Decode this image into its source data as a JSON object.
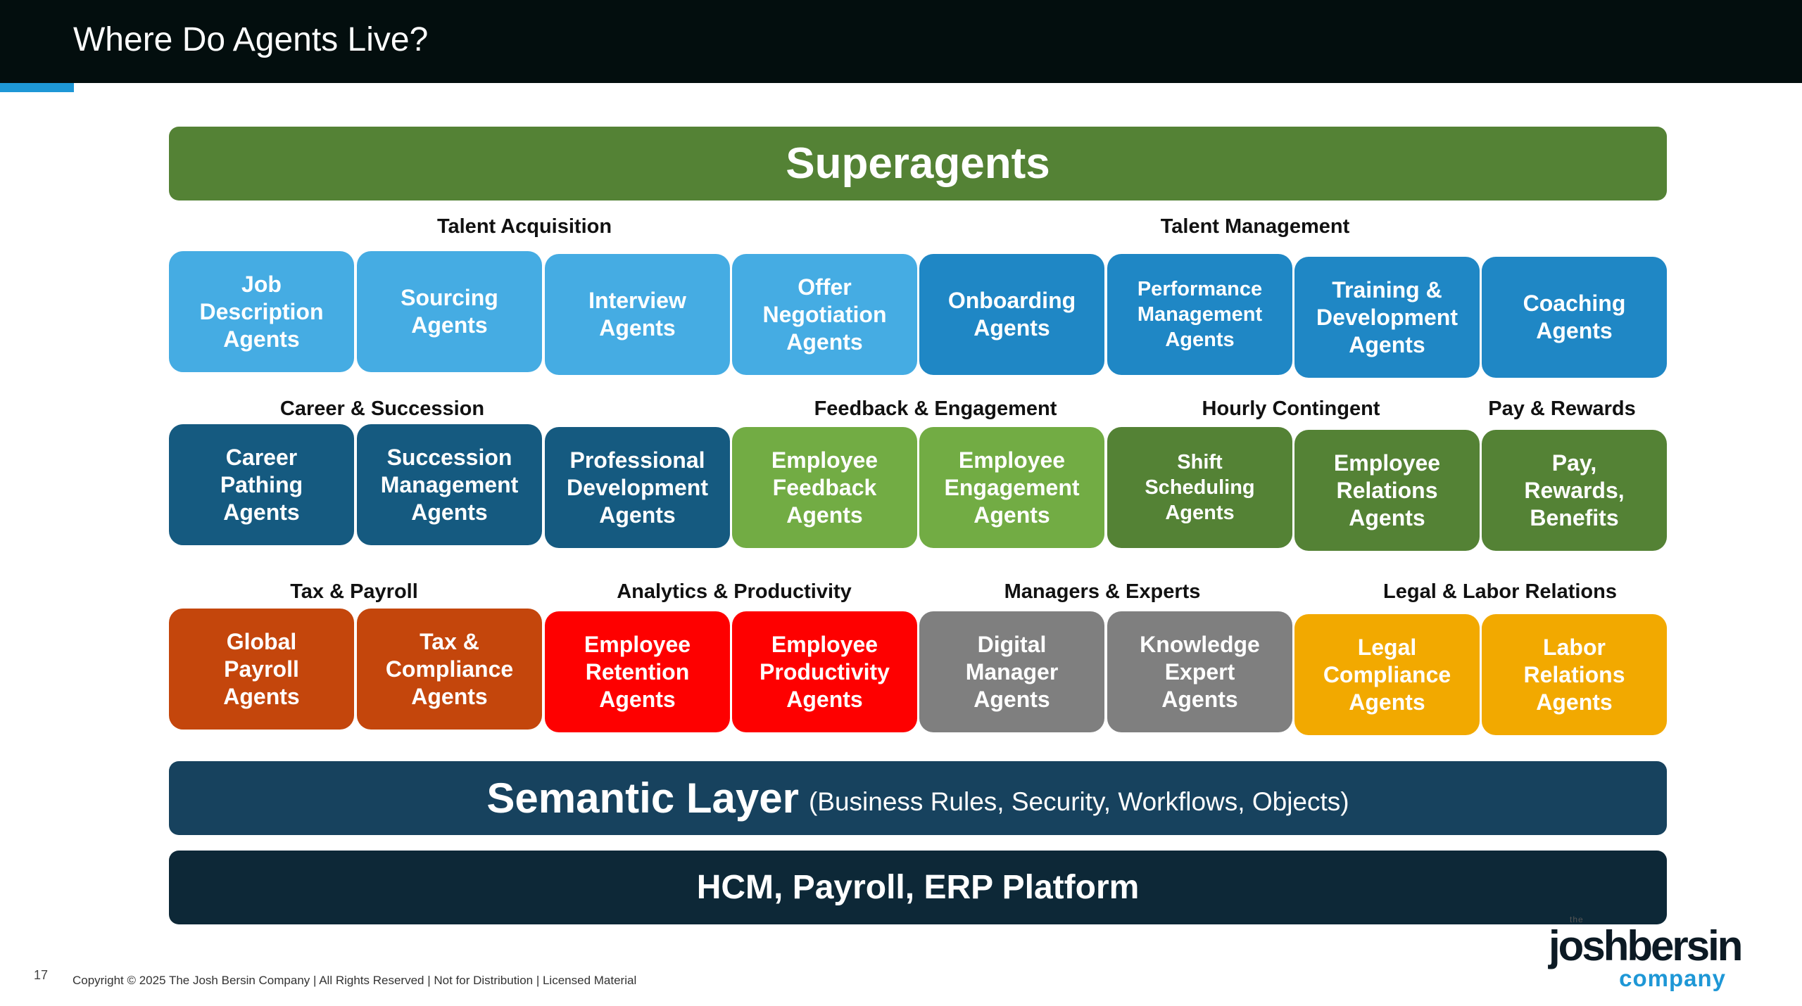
{
  "header": {
    "title": "Where Do Agents Live?"
  },
  "superagents": {
    "label": "Superagents",
    "color": "#548235"
  },
  "groups": {
    "talent_acquisition": "Talent Acquisition",
    "talent_management": "Talent Management",
    "career_succession": "Career & Succession",
    "feedback_engagement": "Feedback & Engagement",
    "hourly_contingent": "Hourly Contingent",
    "pay_rewards": "Pay & Rewards",
    "tax_payroll": "Tax & Payroll",
    "analytics_productivity": "Analytics & Productivity",
    "managers_experts": "Managers & Experts",
    "legal_labor": "Legal & Labor Relations"
  },
  "tiles": [
    {
      "lines": [
        "Job",
        "Description",
        "Agents"
      ],
      "color": "#45ace3"
    },
    {
      "lines": [
        "Sourcing",
        "Agents"
      ],
      "color": "#45ace3"
    },
    {
      "lines": [
        "Interview",
        "Agents"
      ],
      "color": "#45ace3"
    },
    {
      "lines": [
        "Offer",
        "Negotiation",
        "Agents"
      ],
      "color": "#45ace3"
    },
    {
      "lines": [
        "Onboarding",
        "Agents"
      ],
      "color": "#1f87c5"
    },
    {
      "lines": [
        "Performance",
        "Management",
        "Agents"
      ],
      "color": "#1f87c5"
    },
    {
      "lines": [
        "Training &",
        "Development",
        "Agents"
      ],
      "color": "#1f87c5"
    },
    {
      "lines": [
        "Coaching",
        "Agents"
      ],
      "color": "#1f87c5"
    },
    {
      "lines": [
        "Career",
        "Pathing",
        "Agents"
      ],
      "color": "#155a80"
    },
    {
      "lines": [
        "Succession",
        "Management",
        "Agents"
      ],
      "color": "#155a80"
    },
    {
      "lines": [
        "Professional",
        "Development",
        "Agents"
      ],
      "color": "#155a80"
    },
    {
      "lines": [
        "Employee",
        "Feedback",
        "Agents"
      ],
      "color": "#72ac44"
    },
    {
      "lines": [
        "Employee",
        "Engagement",
        "Agents"
      ],
      "color": "#72ac44"
    },
    {
      "lines": [
        "Shift",
        "Scheduling",
        "Agents"
      ],
      "color": "#548235"
    },
    {
      "lines": [
        "Employee",
        "Relations",
        "Agents"
      ],
      "color": "#548235"
    },
    {
      "lines": [
        "Pay,",
        "Rewards,",
        "Benefits"
      ],
      "color": "#548235"
    },
    {
      "lines": [
        "Global",
        "Payroll",
        "Agents"
      ],
      "color": "#c4460c"
    },
    {
      "lines": [
        "Tax &",
        "Compliance",
        "Agents"
      ],
      "color": "#c4460c"
    },
    {
      "lines": [
        "Employee",
        "Retention",
        "Agents"
      ],
      "color": "#fe0000"
    },
    {
      "lines": [
        "Employee",
        "Productivity",
        "Agents"
      ],
      "color": "#fe0000"
    },
    {
      "lines": [
        "Digital",
        "Manager",
        "Agents"
      ],
      "color": "#7f7f7f"
    },
    {
      "lines": [
        "Knowledge",
        "Expert",
        "Agents"
      ],
      "color": "#7f7f7f"
    },
    {
      "lines": [
        "Legal",
        "Compliance",
        "Agents"
      ],
      "color": "#f2a900"
    },
    {
      "lines": [
        "Labor",
        "Relations",
        "Agents"
      ],
      "color": "#f2a900"
    }
  ],
  "semantic_layer": {
    "title": "Semantic Layer",
    "subtitle": "(Business Rules, Security, Workflows, Objects)",
    "color": "#17425e"
  },
  "platform": {
    "label": "HCM, Payroll, ERP Platform",
    "color": "#0d2837"
  },
  "footer": {
    "page_number": "17",
    "copyright": "Copyright © 2025 The Josh Bersin Company | All Rights Reserved | Not for Distribution  | Licensed Material"
  },
  "logo": {
    "the": "the",
    "name": "joshbersin",
    "company": "company"
  }
}
